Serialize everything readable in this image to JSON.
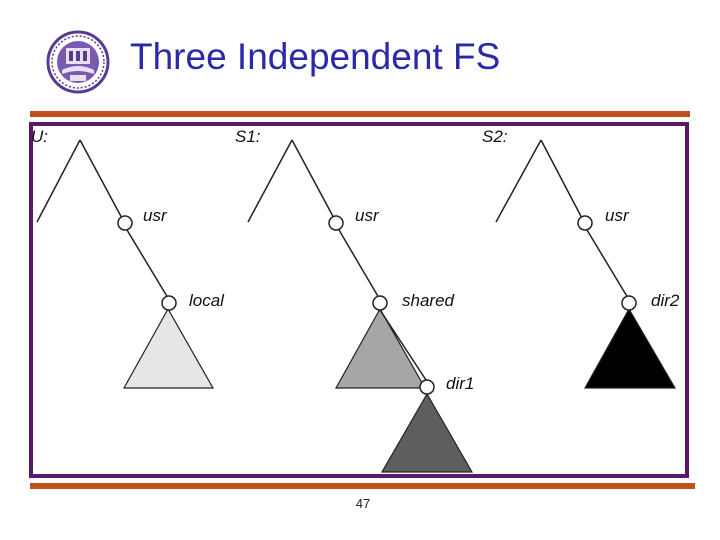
{
  "slide": {
    "title": "Three Independent FS",
    "page_number": "47"
  },
  "colors": {
    "title": "#2a2aa8",
    "rule": "#c0501c",
    "frame": "#5a1a6a",
    "local_fill": "#e6e6e6",
    "shared_fill": "#a6a6a6",
    "dir1_fill": "#5e5e5e",
    "dir2_fill": "#000000"
  },
  "trees": {
    "u": {
      "root_label": "U:",
      "usr_label": "usr",
      "leaf_label": "local"
    },
    "s1": {
      "root_label": "S1:",
      "usr_label": "usr",
      "leaf_label": "shared",
      "sub_label": "dir1"
    },
    "s2": {
      "root_label": "S2:",
      "usr_label": "usr",
      "leaf_label": "dir2"
    }
  }
}
